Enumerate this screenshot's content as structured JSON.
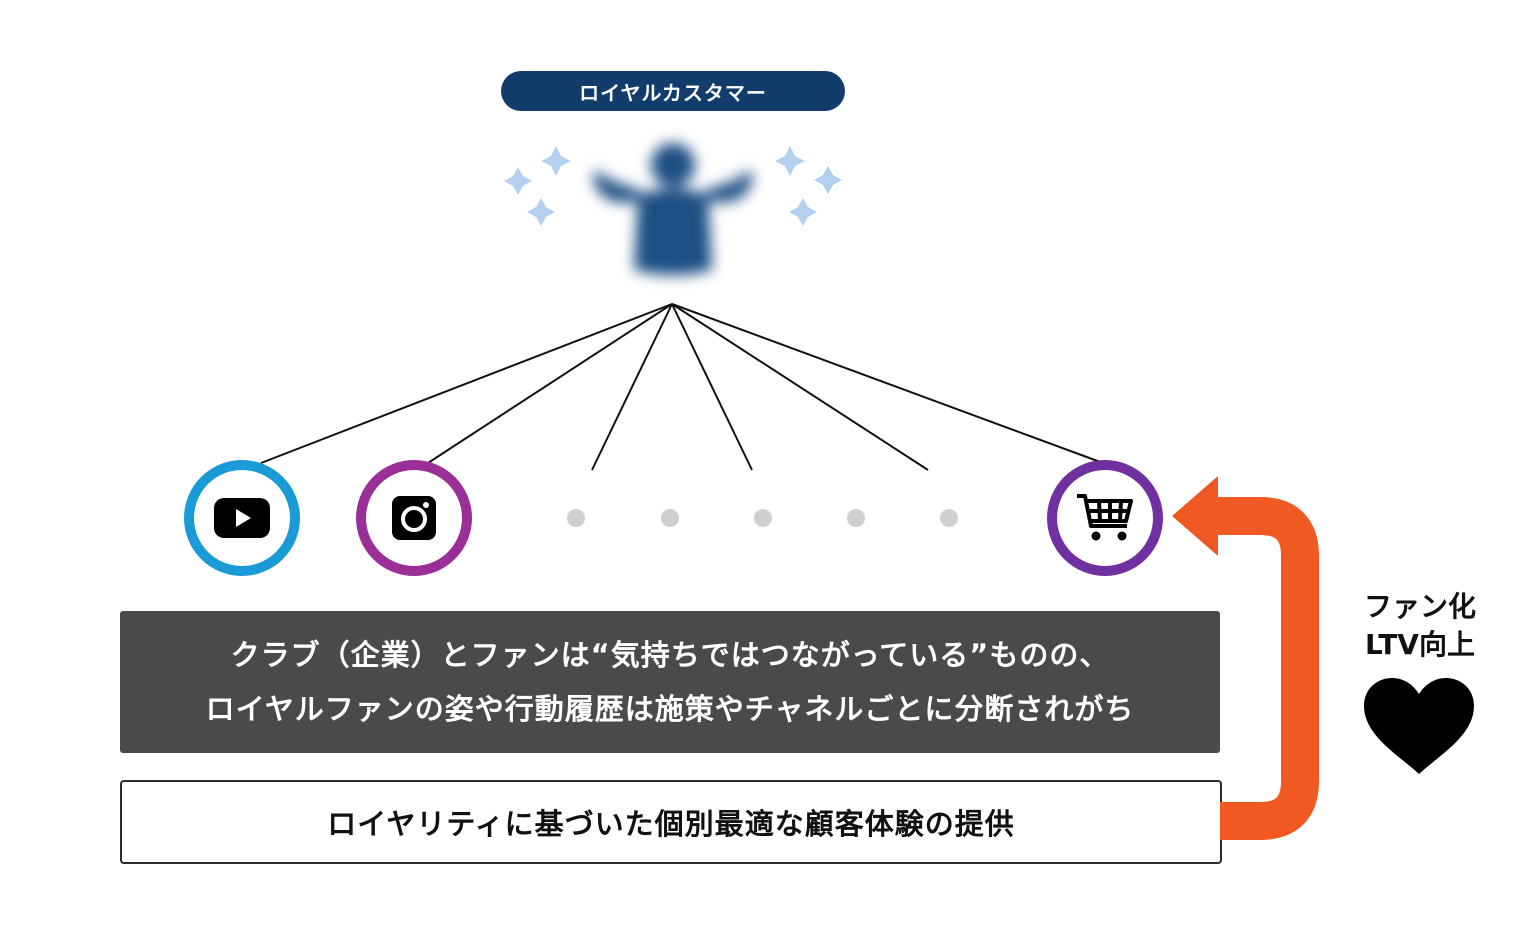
{
  "header": {
    "label": "ロイヤルカスタマー"
  },
  "channels": [
    {
      "name": "youtube",
      "icon": "play-icon",
      "ring_color": "#1a9bd7"
    },
    {
      "name": "instagram",
      "icon": "camera-icon",
      "ring_color": "#9b2f98"
    },
    {
      "name": "ec-cart",
      "icon": "cart-icon",
      "ring_color": "#7030a0"
    }
  ],
  "problem": {
    "line1": "クラブ（企業）とファンは“気持ちではつながっている”ものの、",
    "line2": "ロイヤルファンの姿や行動履歴は施策やチャネルごとに分断されがち"
  },
  "solution": {
    "text": "ロイヤリティに基づいた個別最適な顧客体験の提供"
  },
  "result": {
    "line1": "ファン化",
    "line2": "LTV向上",
    "icon": "heart-icon"
  },
  "colors": {
    "navy": "#123c6b",
    "arrow_orange": "#f05a22",
    "dark_box": "#4a4a4a",
    "dot_gray": "#cfcfcf",
    "sparkle_blue": "#9cc3e6"
  }
}
